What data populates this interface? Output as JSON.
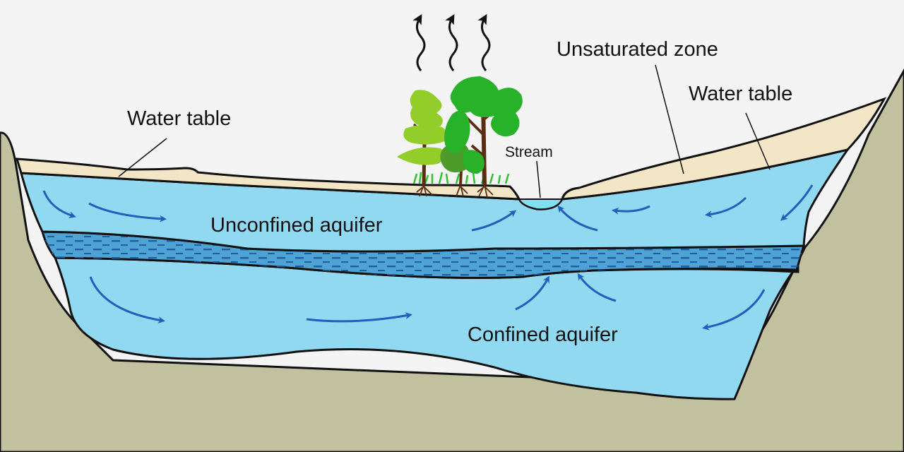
{
  "labels": {
    "water_table_left": "Water table",
    "water_table_right": "Water table",
    "unsaturated_zone": "Unsaturated zone",
    "stream": "Stream",
    "unconfined_aquifer": "Unconfined aquifer",
    "confined_aquifer": "Confined aquifer"
  },
  "colors": {
    "sky": "#f4f4f4",
    "bedrock": "#c2c19f",
    "unsaturated_sand": "#f3e6c6",
    "aquifer_water": "#91d9f0",
    "confining_layer": "#4fa3d4",
    "confining_dash": "#1f5fa2",
    "flow_arrow": "#1f5fbf",
    "stream_water": "#7fe0f0",
    "outline": "#111111",
    "tree_light_green": "#92cd2a",
    "tree_bright_green": "#27b22a",
    "tree_dark_green": "#4e9a2a",
    "trunk": "#5a2d12",
    "grass": "#2ec42e"
  },
  "icons": {
    "evaporation": "wavy-up-arrow-icon",
    "vegetation": "tree-icon",
    "flow": "curved-arrow-icon"
  }
}
